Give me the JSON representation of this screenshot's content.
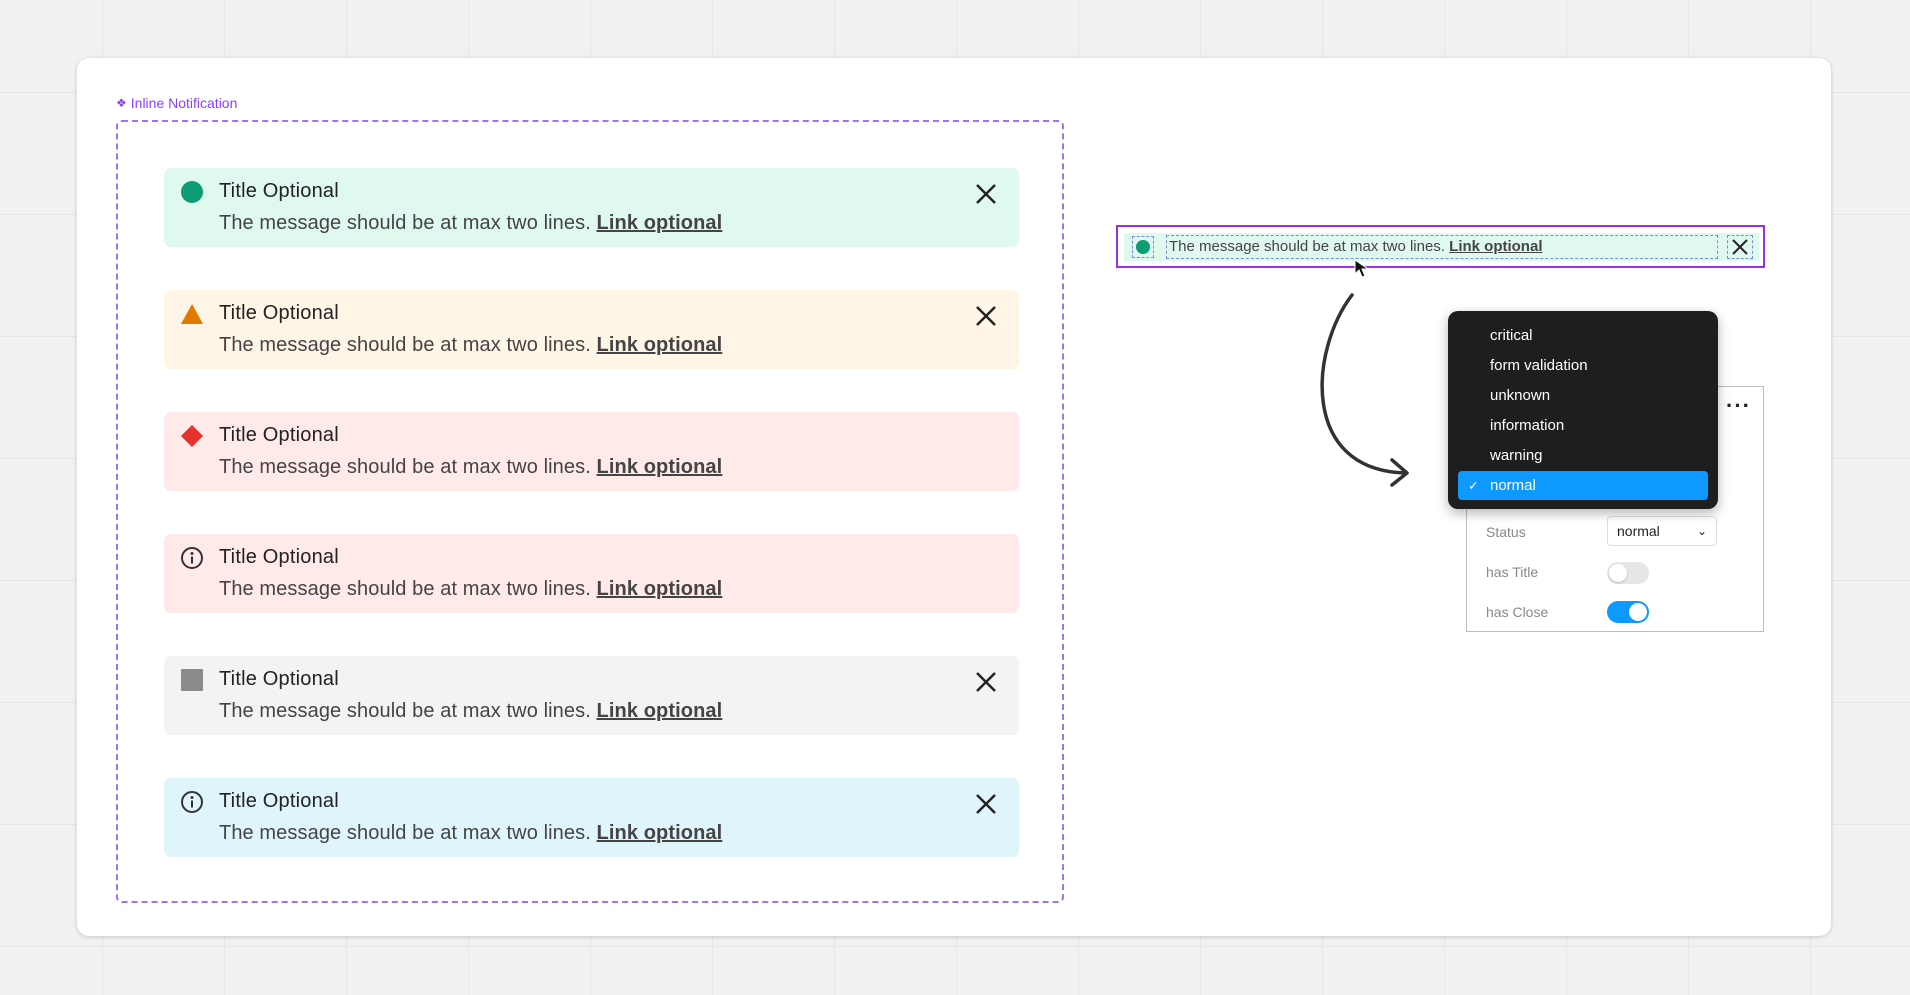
{
  "frame": {
    "label": "Inline Notification"
  },
  "notifications": [
    {
      "variant": "normal",
      "title": "Title Optional",
      "message": "The message should be at max two lines.",
      "link": "Link optional",
      "has_close": true,
      "icon": "circle-icon",
      "color": "#0c9b72",
      "bg": "#e0f9ef"
    },
    {
      "variant": "warning",
      "title": "Title Optional",
      "message": "The message should be at max two lines.",
      "link": "Link optional",
      "has_close": true,
      "icon": "triangle-icon",
      "color": "#e07b00",
      "bg": "#fff5e6"
    },
    {
      "variant": "critical",
      "title": "Title Optional",
      "message": "The message should be at max two lines.",
      "link": "Link optional",
      "has_close": false,
      "icon": "diamond-icon",
      "color": "#e5322d",
      "bg": "#ffe9e9"
    },
    {
      "variant": "form validation",
      "title": "Title Optional",
      "message": "The message should be at max two lines.",
      "link": "Link optional",
      "has_close": false,
      "icon": "info-icon",
      "color": "#333333",
      "bg": "#ffe9e9"
    },
    {
      "variant": "unknown",
      "title": "Title Optional",
      "message": "The message should be at max two lines.",
      "link": "Link optional",
      "has_close": true,
      "icon": "square-icon",
      "color": "#8a8a8a",
      "bg": "#f3f3f3"
    },
    {
      "variant": "information",
      "title": "Title Optional",
      "message": "The message should be at max two lines.",
      "link": "Link optional",
      "has_close": true,
      "icon": "info-icon",
      "color": "#333333",
      "bg": "#dff5fb"
    }
  ],
  "preview": {
    "message": "The message should be at max two lines.",
    "link": "Link optional"
  },
  "dropdown": {
    "options": [
      "critical",
      "form validation",
      "unknown",
      "information",
      "warning",
      "normal"
    ],
    "selected": "normal"
  },
  "properties": {
    "more_icon": "more-icon",
    "status_label": "Status",
    "status_value": "normal",
    "has_title_label": "has Title",
    "has_title": false,
    "has_close_label": "has Close",
    "has_close": true
  },
  "colors": {
    "accent": "#0d99ff",
    "component": "#8b3ffc",
    "selection": "#9c2ee8"
  }
}
